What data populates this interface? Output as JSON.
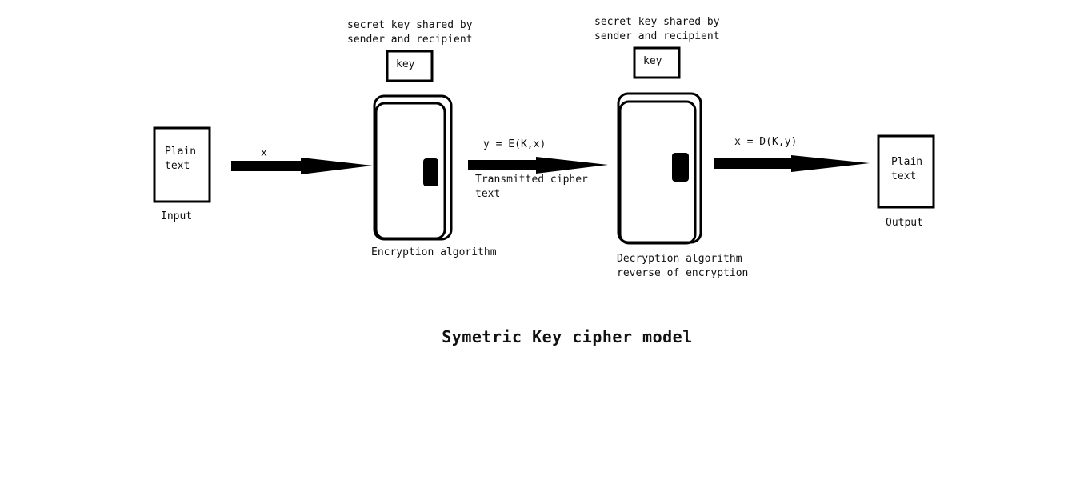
{
  "title": "Symetric Key cipher model",
  "input": {
    "box_label_line1": "Plain",
    "box_label_line2": "text",
    "caption": "Input"
  },
  "arrow1": {
    "label": "x"
  },
  "encryption": {
    "key_note_line1": "secret key shared by",
    "key_note_line2": "sender and recipient",
    "key_label": "key",
    "caption": "Encryption algorithm"
  },
  "arrow2": {
    "label": "y = E(K,x)",
    "note_line1": "Transmitted cipher",
    "note_line2": "text"
  },
  "decryption": {
    "key_note_line1": "secret key shared by",
    "key_note_line2": "sender and recipient",
    "key_label": "key",
    "caption_line1": "Decryption algorithm",
    "caption_line2": "reverse of encryption"
  },
  "arrow3": {
    "label": "x = D(K,y)"
  },
  "output": {
    "box_label_line1": "Plain",
    "box_label_line2": "text",
    "caption": "Output"
  },
  "colors": {
    "stroke": "#000000",
    "background": "#ffffff"
  }
}
